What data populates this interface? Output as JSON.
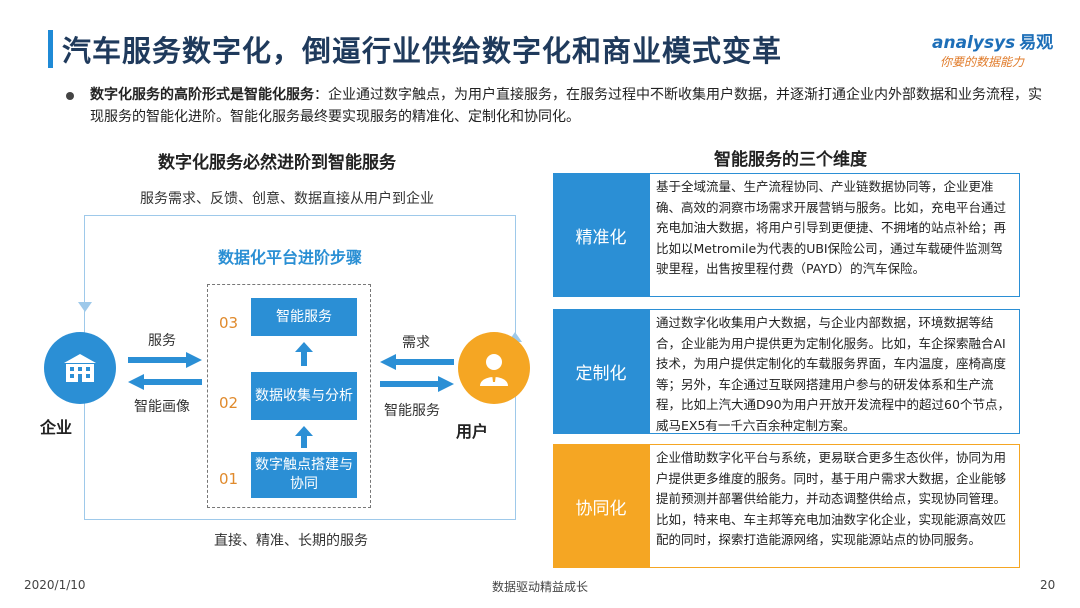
{
  "header": {
    "title": "汽车服务数字化，倒逼行业供给数字化和商业模式变革",
    "logo_en": "analysys",
    "logo_cn": "易观",
    "logo_tagline": "你要的数据能力"
  },
  "intro": {
    "bold": "数字化服务的高阶形式是智能化服务",
    "text": "：企业通过数字触点，为用户直接服务，在服务过程中不断收集用户数据，并逐渐打通企业内外部数据和业务流程，实现服务的智能化进阶。智能化服务最终要实现服务的精准化、定制化和协同化。"
  },
  "left": {
    "section_title": "数字化服务必然进阶到智能服务",
    "top_caption": "服务需求、反馈、创意、数据直接从用户到企业",
    "bottom_caption": "直接、精准、长期的服务",
    "platform_title": "数据化平台进阶步骤",
    "steps": [
      {
        "num": "03",
        "label": "智能服务"
      },
      {
        "num": "02",
        "label": "数据收集与分析"
      },
      {
        "num": "01",
        "label": "数字触点搭建与协同"
      }
    ],
    "enterprise_label": "企业",
    "user_label": "用户",
    "arrow_left_top": "服务",
    "arrow_left_bottom": "智能画像",
    "arrow_right_top": "需求",
    "arrow_right_bottom": "智能服务"
  },
  "right": {
    "section_title": "智能服务的三个维度",
    "dimensions": [
      {
        "label": "精准化",
        "text": "基于全域流量、生产流程协同、产业链数据协同等，企业更准确、高效的洞察市场需求开展营销与服务。比如，充电平台通过充电加油大数据，将用户引导到更便捷、不拥堵的站点补给；再比如以Metromile为代表的UBI保险公司，通过车载硬件监测驾驶里程，出售按里程付费（PAYD）的汽车保险。"
      },
      {
        "label": "定制化",
        "text": "通过数字化收集用户大数据，与企业内部数据，环境数据等结合，企业能为用户提供更为定制化服务。比如，车企探索融合AI技术，为用户提供定制化的车载服务界面，车内温度，座椅高度等；另外，车企通过互联网搭建用户参与的研发体系和生产流程，比如上汽大通D90为用户开放开发流程中的超过60个节点，威马EX5有一千六百余种定制方案。"
      },
      {
        "label": "协同化",
        "text": "企业借助数字化平台与系统，更易联合更多生态伙伴，协同为用户提供更多维度的服务。同时，基于用户需求大数据，企业能够提前预测并部署供给能力，并动态调整供给点，实现协同管理。比如，特来电、车主邦等充电加油数字化企业，实现能源高效匹配的同时，探索打造能源网络，实现能源站点的协同服务。"
      }
    ]
  },
  "footer": {
    "date": "2020/1/10",
    "center": "数据驱动精益成长",
    "page": "20"
  },
  "colors": {
    "blue": "#2b8fd5",
    "orange": "#f5a623",
    "title": "#1f3a5c"
  }
}
